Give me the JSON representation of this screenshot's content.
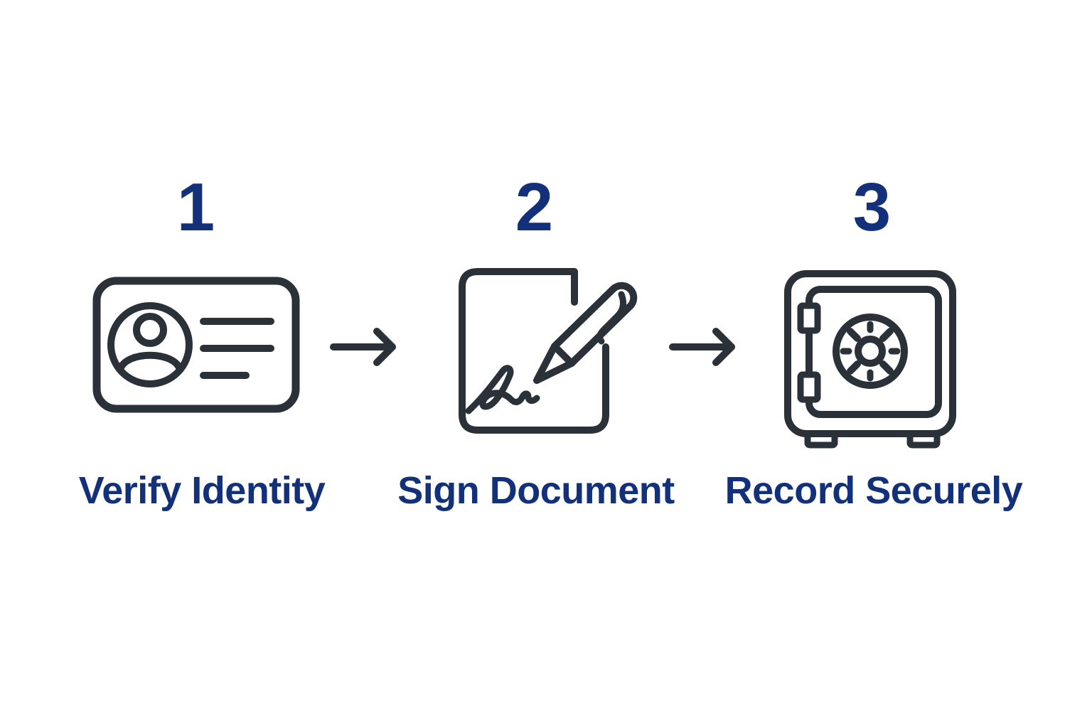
{
  "diagram": {
    "type": "process-steps",
    "step_count": 3,
    "connector_glyph": "→"
  },
  "colors": {
    "background": "#ffffff",
    "accent_navy": "#13317b",
    "icon_stroke": "#2b3138"
  },
  "steps": [
    {
      "number": "1",
      "label": "Verify Identity",
      "icon": "id-card-icon"
    },
    {
      "number": "2",
      "label": "Sign Document",
      "icon": "document-pen-icon"
    },
    {
      "number": "3",
      "label": "Record Securely",
      "icon": "safe-icon"
    }
  ],
  "connectors": [
    {
      "icon": "arrow-right-icon"
    },
    {
      "icon": "arrow-right-icon"
    }
  ]
}
